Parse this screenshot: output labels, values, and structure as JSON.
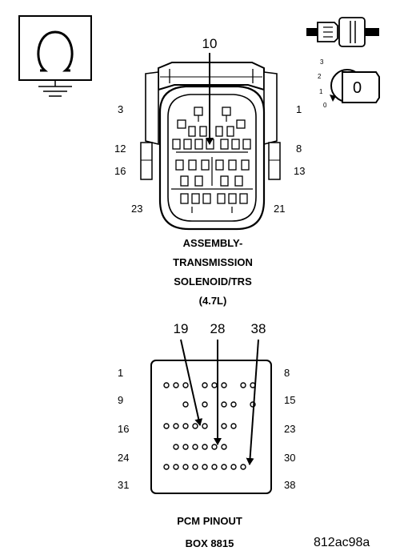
{
  "connector": {
    "callout_pin": "10",
    "pin_labels": {
      "p3": "3",
      "p1": "1",
      "p12": "12",
      "p8": "8",
      "p16": "16",
      "p13": "13",
      "p23": "23",
      "p21": "21"
    },
    "caption": [
      "ASSEMBLY-",
      "TRANSMISSION",
      "SOLENOID/TRS",
      "(4.7L)"
    ]
  },
  "pcm": {
    "callouts": [
      "19",
      "28",
      "38"
    ],
    "left_labels": [
      "1",
      "9",
      "16",
      "24",
      "31"
    ],
    "right_labels": [
      "8",
      "15",
      "23",
      "30",
      "38"
    ],
    "caption": [
      "PCM PINOUT",
      "BOX 8815"
    ]
  },
  "key_icon": {
    "positions": [
      "3",
      "2",
      "1",
      "0"
    ],
    "center_label": "0"
  },
  "icons": {
    "meter": "ohmmeter-ground-icon",
    "probe": "connector-probe-icon",
    "ignition": "ignition-key-icon"
  },
  "figure_id": "812ac98a"
}
